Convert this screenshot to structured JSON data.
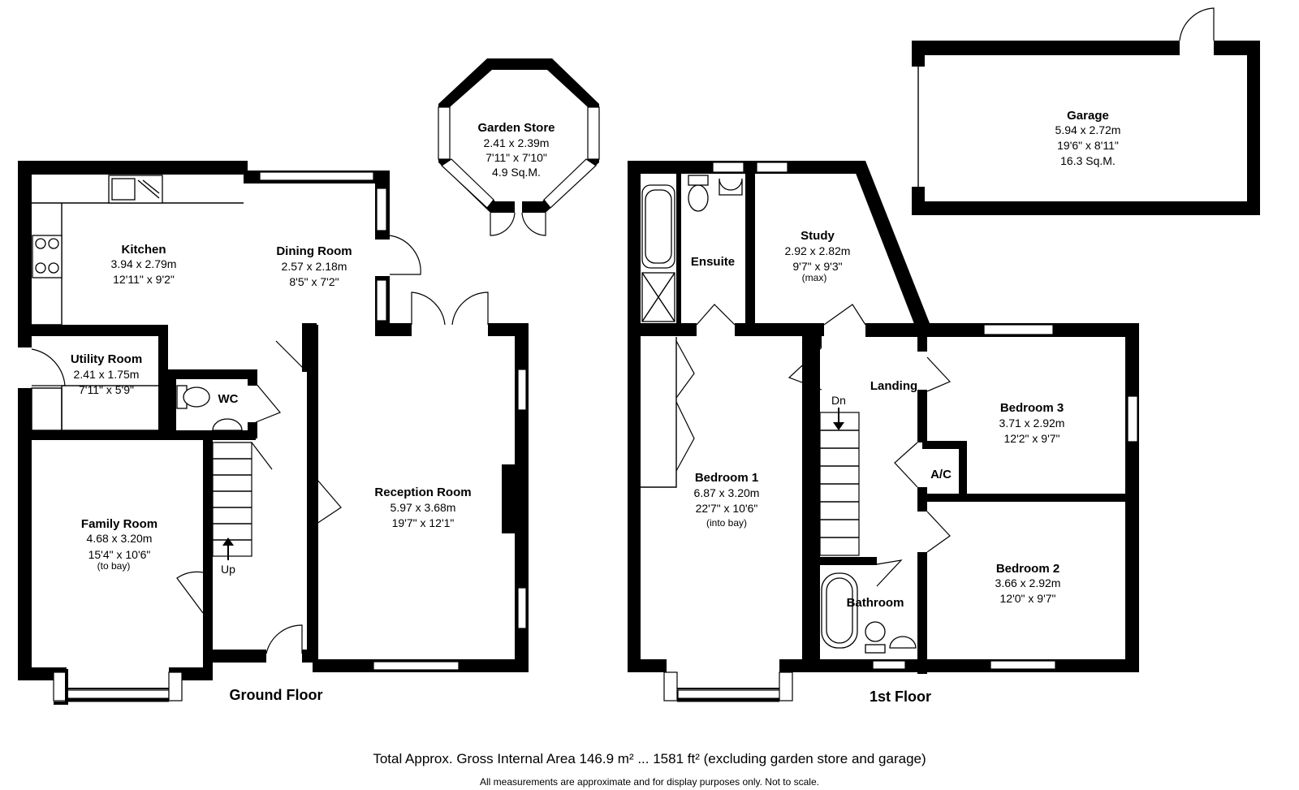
{
  "rooms": {
    "kitchen": {
      "name": "Kitchen",
      "metric": "3.94 x 2.79m",
      "imperial": "12'11\" x 9'2\""
    },
    "dining": {
      "name": "Dining Room",
      "metric": "2.57 x 2.18m",
      "imperial": "8'5\" x 7'2\""
    },
    "utility": {
      "name": "Utility Room",
      "metric": "2.41 x 1.75m",
      "imperial": "7'11\" x 5'9\""
    },
    "wc": {
      "name": "WC"
    },
    "family": {
      "name": "Family Room",
      "metric": "4.68 x 3.20m",
      "imperial": "15'4\" x 10'6\"",
      "note": "(to bay)"
    },
    "reception": {
      "name": "Reception Room",
      "metric": "5.97 x 3.68m",
      "imperial": "19'7\" x 12'1\""
    },
    "garden": {
      "name": "Garden Store",
      "metric": "2.41 x 2.39m",
      "imperial": "7'11\" x 7'10\"",
      "area": "4.9 Sq.M."
    },
    "garage": {
      "name": "Garage",
      "metric": "5.94 x 2.72m",
      "imperial": "19'6\" x 8'11\"",
      "area": "16.3 Sq.M."
    },
    "ensuite": {
      "name": "Ensuite"
    },
    "study": {
      "name": "Study",
      "metric": "2.92 x 2.82m",
      "imperial": "9'7\" x 9'3\"",
      "note": "(max)"
    },
    "landing": {
      "name": "Landing"
    },
    "bedroom1": {
      "name": "Bedroom 1",
      "metric": "6.87 x 3.20m",
      "imperial": "22'7\" x 10'6\"",
      "note": "(into bay)"
    },
    "bedroom2": {
      "name": "Bedroom 2",
      "metric": "3.66 x 2.92m",
      "imperial": "12'0\" x 9'7\""
    },
    "bedroom3": {
      "name": "Bedroom 3",
      "metric": "3.71 x 2.92m",
      "imperial": "12'2\" x 9'7\""
    },
    "ac": {
      "name": "A/C"
    },
    "bathroom": {
      "name": "Bathroom"
    }
  },
  "stairs": {
    "up": "Up",
    "down": "Dn"
  },
  "floors": {
    "ground": "Ground Floor",
    "first": "1st Floor"
  },
  "footer": {
    "total": "Total Approx. Gross Internal Area 146.9 m² ... 1581 ft² (excluding garden store and garage)",
    "note": "All measurements are approximate and for display purposes only. Not to scale."
  }
}
